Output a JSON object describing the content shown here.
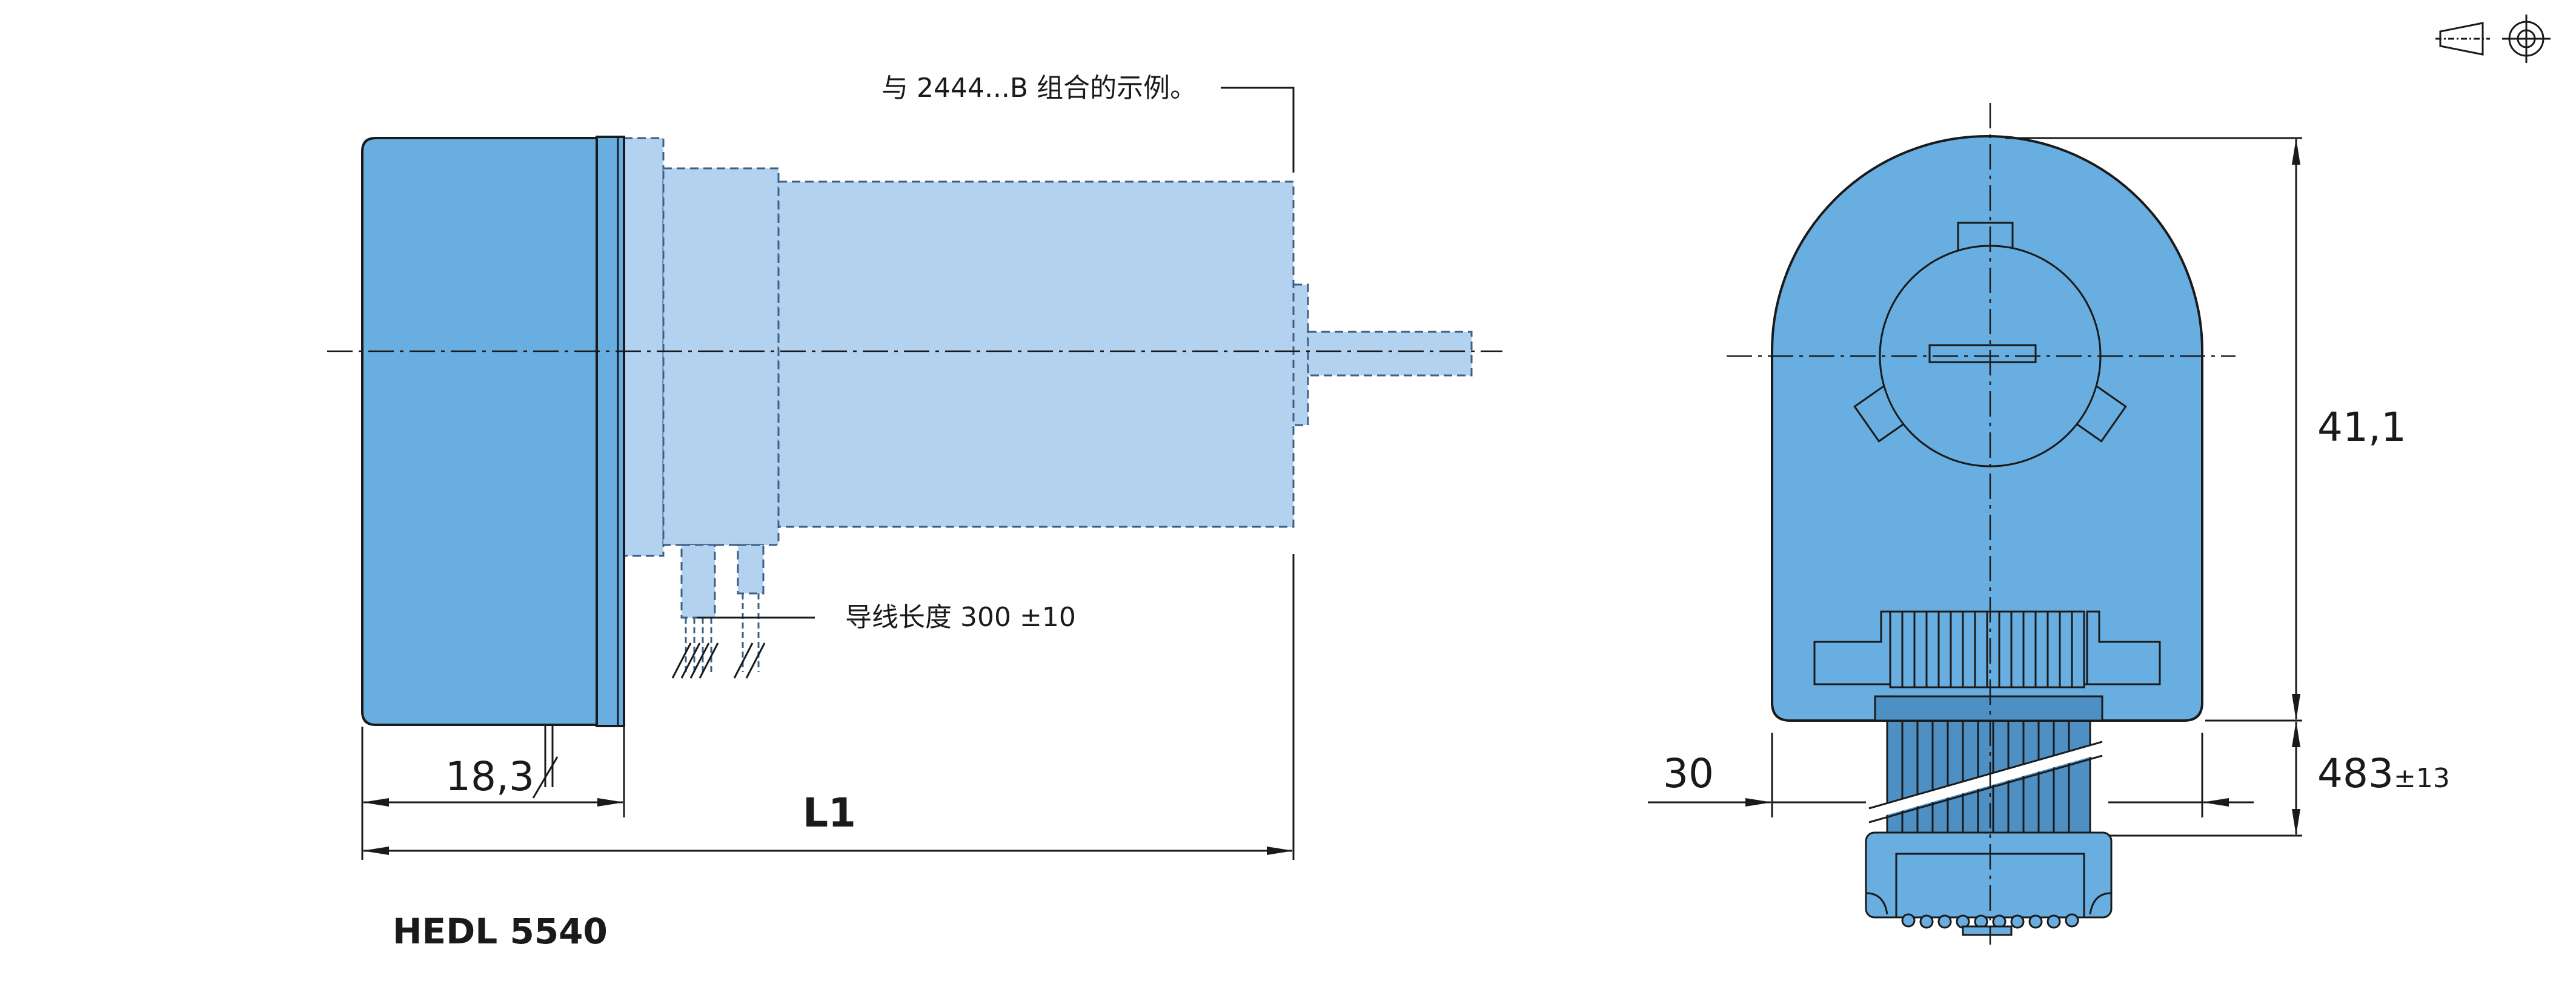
{
  "note_example": "与 2444...B 组合的示例。",
  "note_lead_length": "导线长度 300 ±10",
  "dim_18_3": "18,3",
  "dim_L1": "L1",
  "dim_41_1": "41,1",
  "dim_30": "30",
  "dim_483": "483",
  "dim_483_tol": "±13",
  "model_label": "HEDL 5540",
  "projection_symbol_icon": "first-angle-projection-icon",
  "colors": {
    "encoder_body": "#68aee0",
    "motor_ghost": "#b3d2ef",
    "outline": "#1a1a1a"
  }
}
